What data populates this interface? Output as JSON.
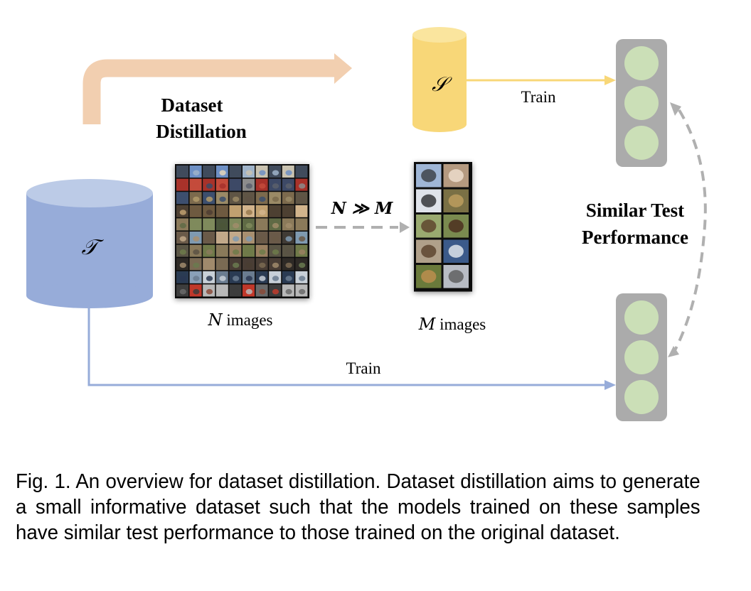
{
  "diagram": {
    "distillation_label_line1": "Dataset",
    "distillation_label_line2": "Distillation",
    "original_dataset_symbol": "𝒯",
    "synthetic_dataset_symbol": "𝒮",
    "top_train_label": "Train",
    "bottom_train_label": "Train",
    "ratio_label": "N ≫ M",
    "n_images_var": "N",
    "n_images_text": " images",
    "m_images_var": "M",
    "m_images_text": " images",
    "similar_label_line1": "Similar Test",
    "similar_label_line2": "Performance",
    "colors": {
      "original_dataset": "#97acd9",
      "original_dataset_top": "#bccbe7",
      "synthetic_dataset": "#f8d778",
      "synthetic_dataset_top": "#fae59e",
      "distill_arrow": "#f2cfb0",
      "model_body": "#ababab",
      "model_light": "#cbdfb7",
      "dashed_arrow": "#b0b0b0"
    },
    "original_grid": {
      "rows": 10,
      "cols": 10
    },
    "synthetic_grid": {
      "rows": 5,
      "cols": 2
    }
  },
  "caption": "Fig. 1. An overview for dataset distillation. Dataset distillation aims to generate a small informative dataset such that the models trained on these samples have similar test performance to those trained on the original dataset."
}
